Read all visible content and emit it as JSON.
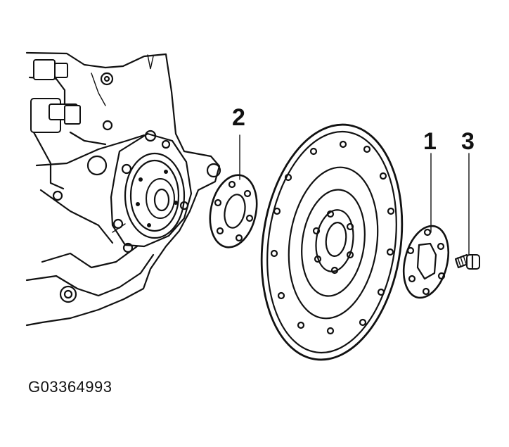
{
  "figure": {
    "id_label": "G03364993"
  },
  "callouts": [
    {
      "key": "c1",
      "text": "1"
    },
    {
      "key": "c2",
      "text": "2"
    },
    {
      "key": "c3",
      "text": "3"
    }
  ],
  "colors": {
    "ink": "#111111",
    "background": "#ffffff"
  }
}
